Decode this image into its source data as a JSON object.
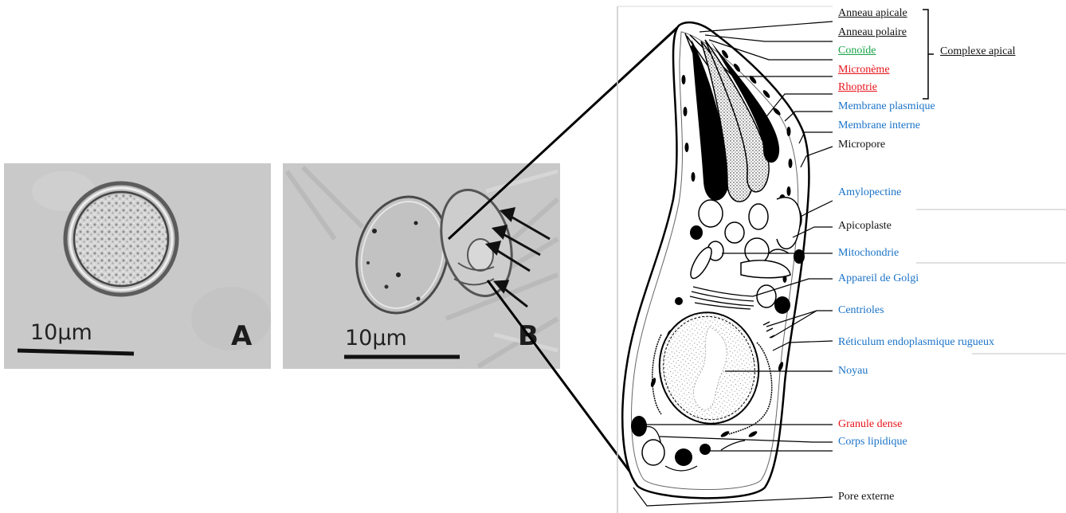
{
  "micrographs": {
    "panel_a": {
      "scale_label": "10µm",
      "letter": "A"
    },
    "panel_b": {
      "scale_label": "10µm",
      "letter": "B"
    }
  },
  "labels": {
    "anneau_apicale": "Anneau apicale",
    "anneau_polaire": "Anneau polaire",
    "conoide": "Conoïde",
    "microneme": "Micronème",
    "rhoptrie": "Rhoptrie",
    "complexe_apical": "Complexe apical",
    "membrane_plasmique": "Membrane plasmique",
    "membrane_interne": "Membrane interne",
    "micropore": "Micropore",
    "amylopectine": "Amylopectine",
    "apicoplaste": "Apicoplaste",
    "mitochondrie": "Mitochondrie",
    "appareil_golgi": "Appareil de Golgi",
    "centrioles": "Centrioles",
    "reticulum": "Réticulum endoplasmique rugueux",
    "noyau": "Noyau",
    "granule_dense": "Granule dense",
    "corps_lipidique": "Corps lipidique",
    "pore_externe": "Pore externe"
  },
  "colors": {
    "black_label": "#111111",
    "blue_label": "#1a73c8",
    "red_label": "#e8141b",
    "green_label": "#1aa34a"
  }
}
